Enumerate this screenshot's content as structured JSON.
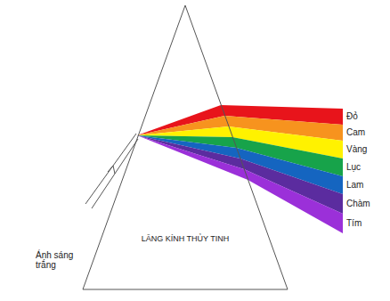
{
  "diagram": {
    "nodes": [
      {
        "text": [
          "LĂNG KÍNH THỦY TINH"
        ]
      }
    ],
    "labels": [
      "Đỏ",
      "Cam",
      "Vàng",
      "Lục",
      "Lam",
      "Chàm",
      "Tím",
      "Ánh sáng trắng"
    ]
  }
}
